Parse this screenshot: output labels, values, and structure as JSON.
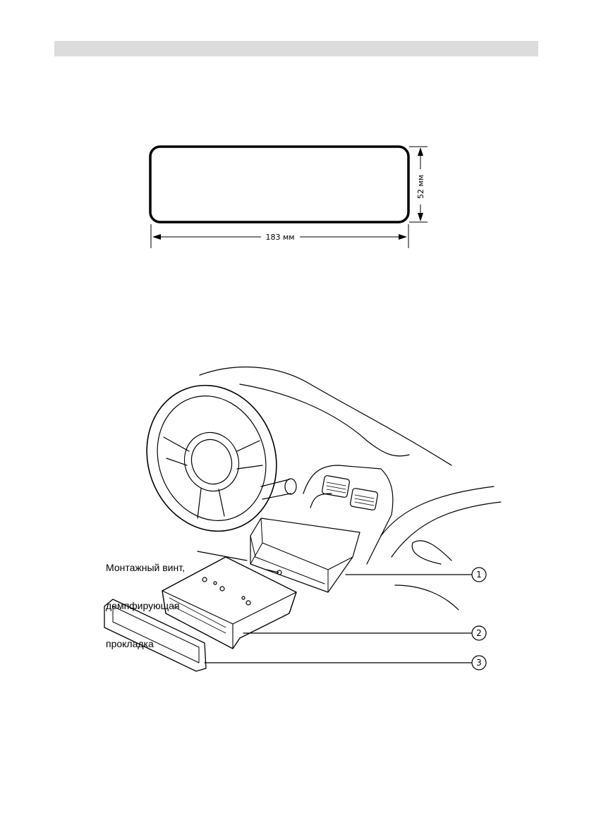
{
  "header": {
    "bar_color": "#dcdcdc"
  },
  "cutout_diagram": {
    "width_label": "183 мм",
    "height_label": "52 мм"
  },
  "installation_diagram": {
    "callout_line1": "Монтажный винт,",
    "callout_line2": "демпфирующая",
    "callout_line3": "прокладка",
    "parts": [
      {
        "number": "1"
      },
      {
        "number": "2"
      },
      {
        "number": "3"
      }
    ]
  }
}
